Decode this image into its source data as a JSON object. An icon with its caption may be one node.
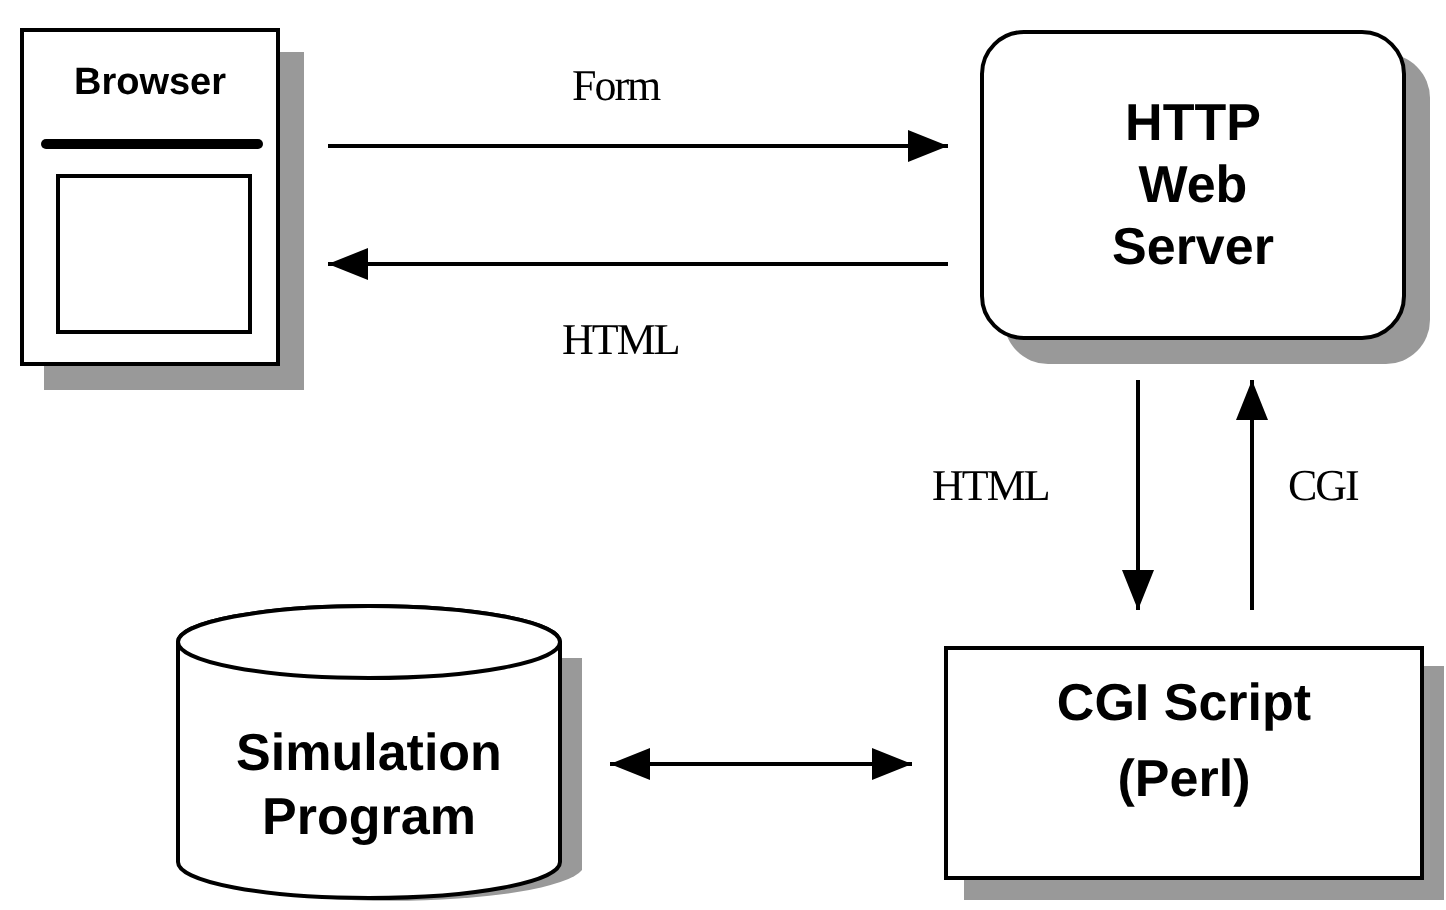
{
  "diagram": {
    "nodes": [
      {
        "text": [
          "Browser"
        ]
      },
      {
        "text": [
          "HTTP Web Server"
        ]
      },
      {
        "text": [
          "CGI Script (Perl)"
        ]
      },
      {
        "text": [
          "Simulation Program"
        ]
      }
    ],
    "edges": [
      {
        "from": 0,
        "to": 1,
        "arrow": "to",
        "label": "Form"
      },
      {
        "from": 1,
        "to": 0,
        "arrow": "to",
        "label": "HTML"
      },
      {
        "from": 1,
        "to": 2,
        "arrow": "to",
        "label": "HTML"
      },
      {
        "from": 2,
        "to": 1,
        "arrow": "to",
        "label": "CGI"
      },
      {
        "from": 3,
        "to": 2,
        "arrow": "both"
      }
    ]
  }
}
